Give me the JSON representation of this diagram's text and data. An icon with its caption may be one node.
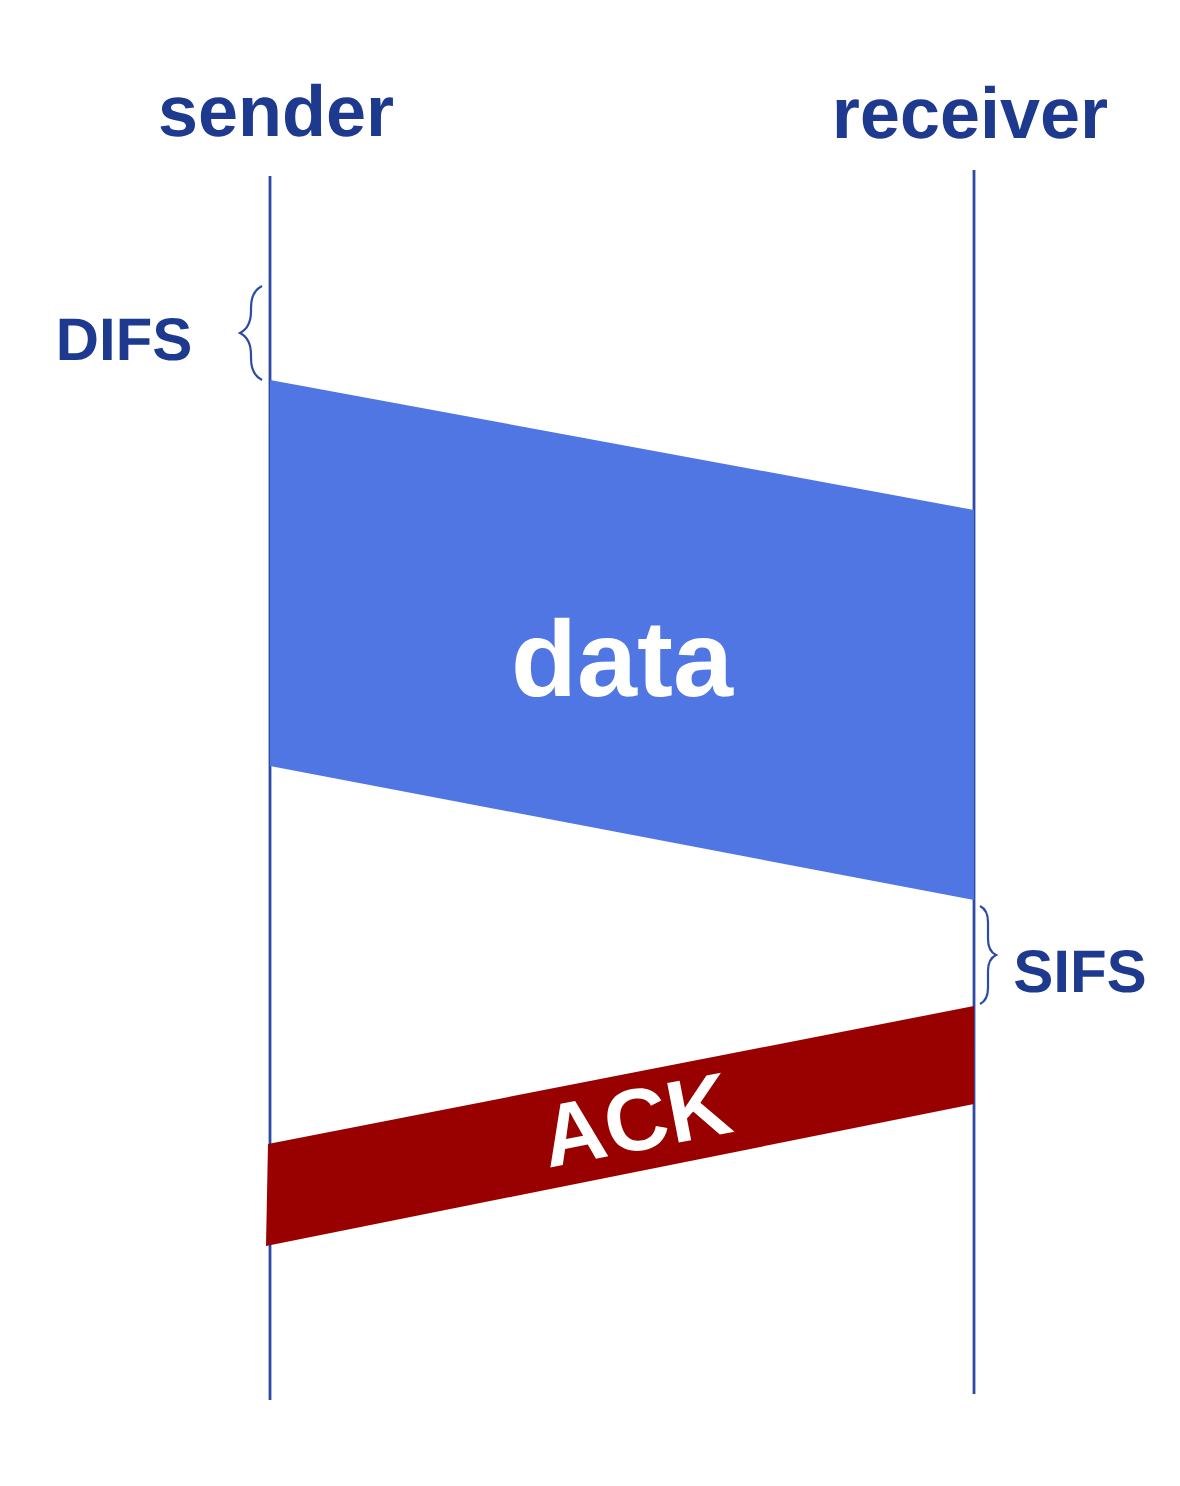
{
  "diagram": {
    "nodes": [
      {
        "text": [
          "sender"
        ]
      },
      {
        "text": [
          "receiver"
        ]
      },
      {
        "text": [
          "data"
        ]
      },
      {
        "text": [
          "ACK"
        ]
      }
    ],
    "labels": [
      "DIFS",
      "SIFS"
    ]
  }
}
